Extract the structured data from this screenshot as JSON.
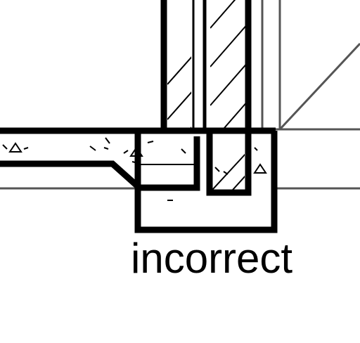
{
  "caption": "incorrect",
  "colors": {
    "ink": "#000000",
    "thin_line": "#444444",
    "grid_line": "#555555",
    "background": "#ffffff"
  },
  "materials": {
    "wall": "diagonal-hatch",
    "slab": "concrete-stipple",
    "footing": "concrete-stipple"
  }
}
